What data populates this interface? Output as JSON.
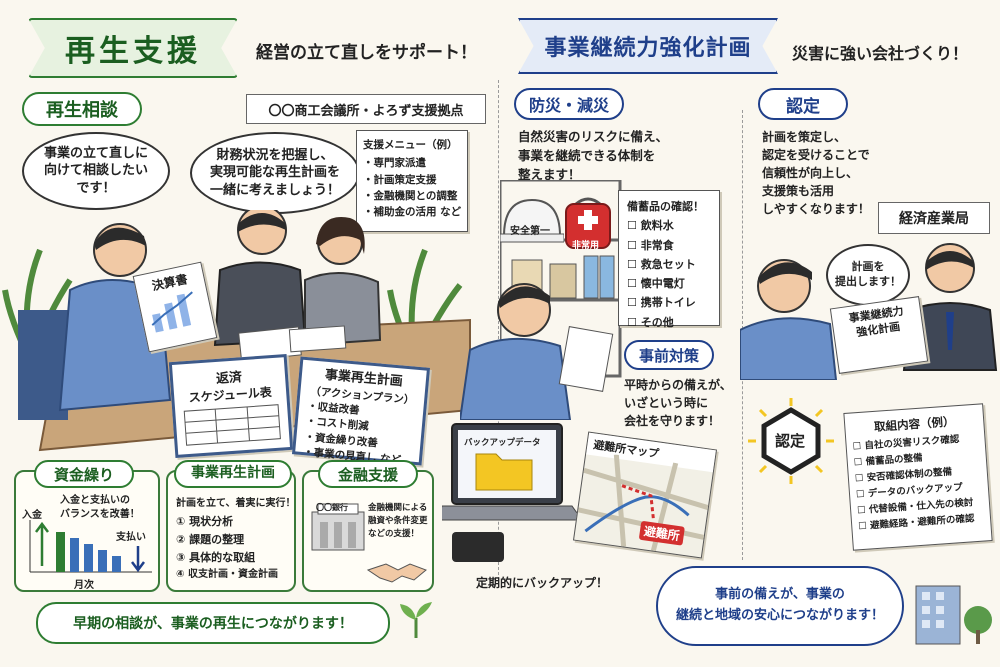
{
  "left": {
    "banner_title": "再生支援",
    "banner_tagline": "経営の立て直しをサポート！",
    "consult_pill": "再生相談",
    "client_bubble": [
      "事業の立て直しに",
      "向けて相談したい",
      "です！"
    ],
    "advisor_bubble": [
      "財務状況を把握し、",
      "実現可能な再生計画を",
      "一緒に考えましょう！"
    ],
    "office_sign": "〇〇商工会議所・よろず支援拠点",
    "menu_title": "支援メニュー（例）",
    "menu_items": [
      "・専門家派遣",
      "・計画策定支援",
      "・金融機関との調整",
      "・補助金の活用 など"
    ],
    "settlement_doc": "決算書",
    "repay_title": [
      "返済",
      "スケジュール表"
    ],
    "plan_doc_title": "事業再生計画",
    "plan_doc_sub": "（アクションプラン）",
    "plan_doc_items": [
      "・収益改善",
      "・コスト削減",
      "・資金繰り改善",
      "・事業の見直し など"
    ],
    "cash": {
      "title": "資金繰り",
      "text": [
        "入金と支払いの",
        "バランスを改善！"
      ],
      "in_label": "入金",
      "out_label": "支払い",
      "x_label": "月次"
    },
    "plan": {
      "title": "事業再生計画",
      "lead": "計画を立て、着実に実行！",
      "items": [
        "① 現状分析",
        "② 課題の整理",
        "③ 具体的な取組",
        "④ 収支計画・資金計画"
      ]
    },
    "finance": {
      "title": "金融支援",
      "bank_sign": "〇〇銀行",
      "text": [
        "金融機関による",
        "融資や条件変更",
        "などの支援！"
      ]
    },
    "footer": "早期の相談が、事業の再生につながります！"
  },
  "right": {
    "banner_title": "事業継続力強化計画",
    "banner_tagline": "災害に強い会社づくり！",
    "disaster_pill": "防災・減災",
    "disaster_text": [
      "自然災害のリスクに備え、",
      "事業を継続できる体制を",
      "整えます！"
    ],
    "helmet_text": "安全第一",
    "emergency_bag": "非常用",
    "checklist_title": "備蓄品の確認！",
    "checklist_items": [
      "飲料水",
      "非常食",
      "救急セット",
      "懐中電灯",
      "携帯トイレ",
      "その他"
    ],
    "pre_pill": "事前対策",
    "pre_text": [
      "平時からの備えが、",
      "いざという時に",
      "会社を守ります！"
    ],
    "backup_folder": "バックアップデータ",
    "map_title": "避難所マップ",
    "map_shelter": "避難所",
    "backup_caption": "定期的にバックアップ！",
    "cert_pill": "認定",
    "cert_text": [
      "計画を策定し、",
      "認定を受けることで",
      "信頼性が向上し、",
      "支援策も活用",
      "しやすくなります！"
    ],
    "ministry_sign": "経済産業局",
    "submit_bubble": [
      "計画を",
      "提出します！"
    ],
    "plan_doc": [
      "事業継続力",
      "強化計画"
    ],
    "badge": "認定",
    "efforts_title": "取組内容（例）",
    "efforts_items": [
      "自社の災害リスク確認",
      "備蓄品の整備",
      "安否確認体制の整備",
      "データのバックアップ",
      "代替設備・仕入先の検討",
      "避難経路・避難所の確認"
    ],
    "footer": [
      "事前の備えが、事業の",
      "継続と地域の安心につながります！"
    ]
  },
  "colors": {
    "green": "#2e7d32",
    "navy": "#1f3f8a",
    "red": "#d32f2f",
    "yellow": "#f3c623",
    "cream": "#faf7ef"
  }
}
